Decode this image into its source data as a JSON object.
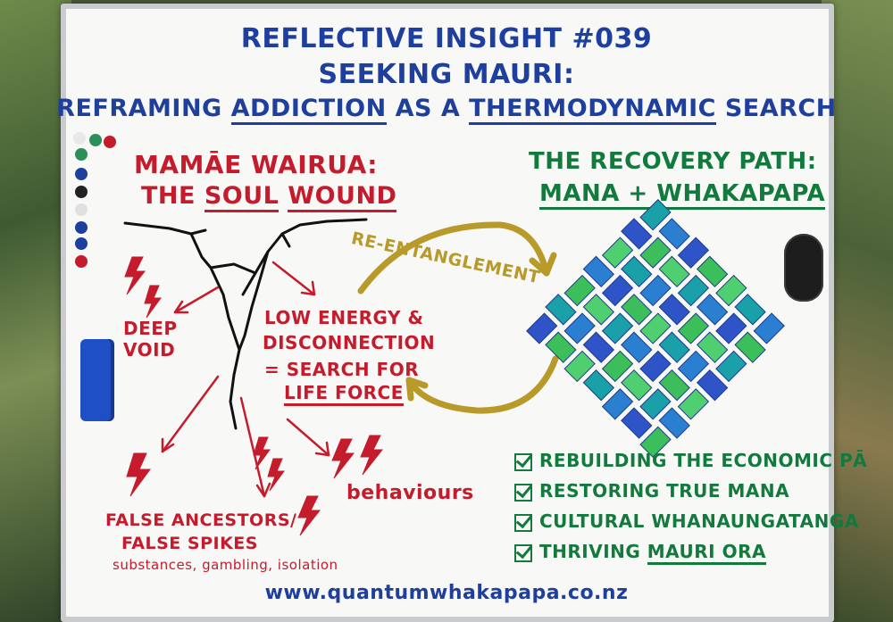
{
  "title": {
    "line1": "REFLECTIVE INSIGHT #039",
    "line2": "SEEKING MAURI:",
    "line3_a": "REFRAMING ",
    "line3_b": "ADDICTION",
    "line3_c": " AS A ",
    "line3_d": "THERMODYNAMIC",
    "line3_e": " SEARCH"
  },
  "left": {
    "heading1": "MAMĀE WAIRUA:",
    "heading2_a": "THE ",
    "heading2_b": "SOUL",
    "heading2_c": " ",
    "heading2_d": "WOUND",
    "deep_void_1": "DEEP",
    "deep_void_2": "VOID",
    "low_energy_1": "LOW ENERGY &",
    "low_energy_2": "DISCONNECTION",
    "low_energy_3": "= SEARCH FOR",
    "low_energy_4": "LIFE FORCE",
    "behaviours": "behaviours",
    "false_1": "FALSE ANCESTORS/",
    "false_2": "FALSE SPIKES",
    "false_3": "substances, gambling, isolation"
  },
  "arrow_label": "RE-ENTANGLEMENT",
  "right": {
    "heading1": "THE RECOVERY PATH:",
    "heading2": "MANA + WHAKAPAPA",
    "checklist": [
      "REBUILDING THE ECONOMIC PĀ",
      "RESTORING TRUE MANA",
      "CULTURAL WHANAUNGATANGA"
    ],
    "last_a": "THRIVING ",
    "last_b": "MAURI ORA"
  },
  "footer": "www.quantumwhakapapa.co.nz",
  "colors": {
    "blue": "#1f3f9e",
    "red": "#c41c2c",
    "green": "#137a3e",
    "gold": "#b89a2a"
  }
}
